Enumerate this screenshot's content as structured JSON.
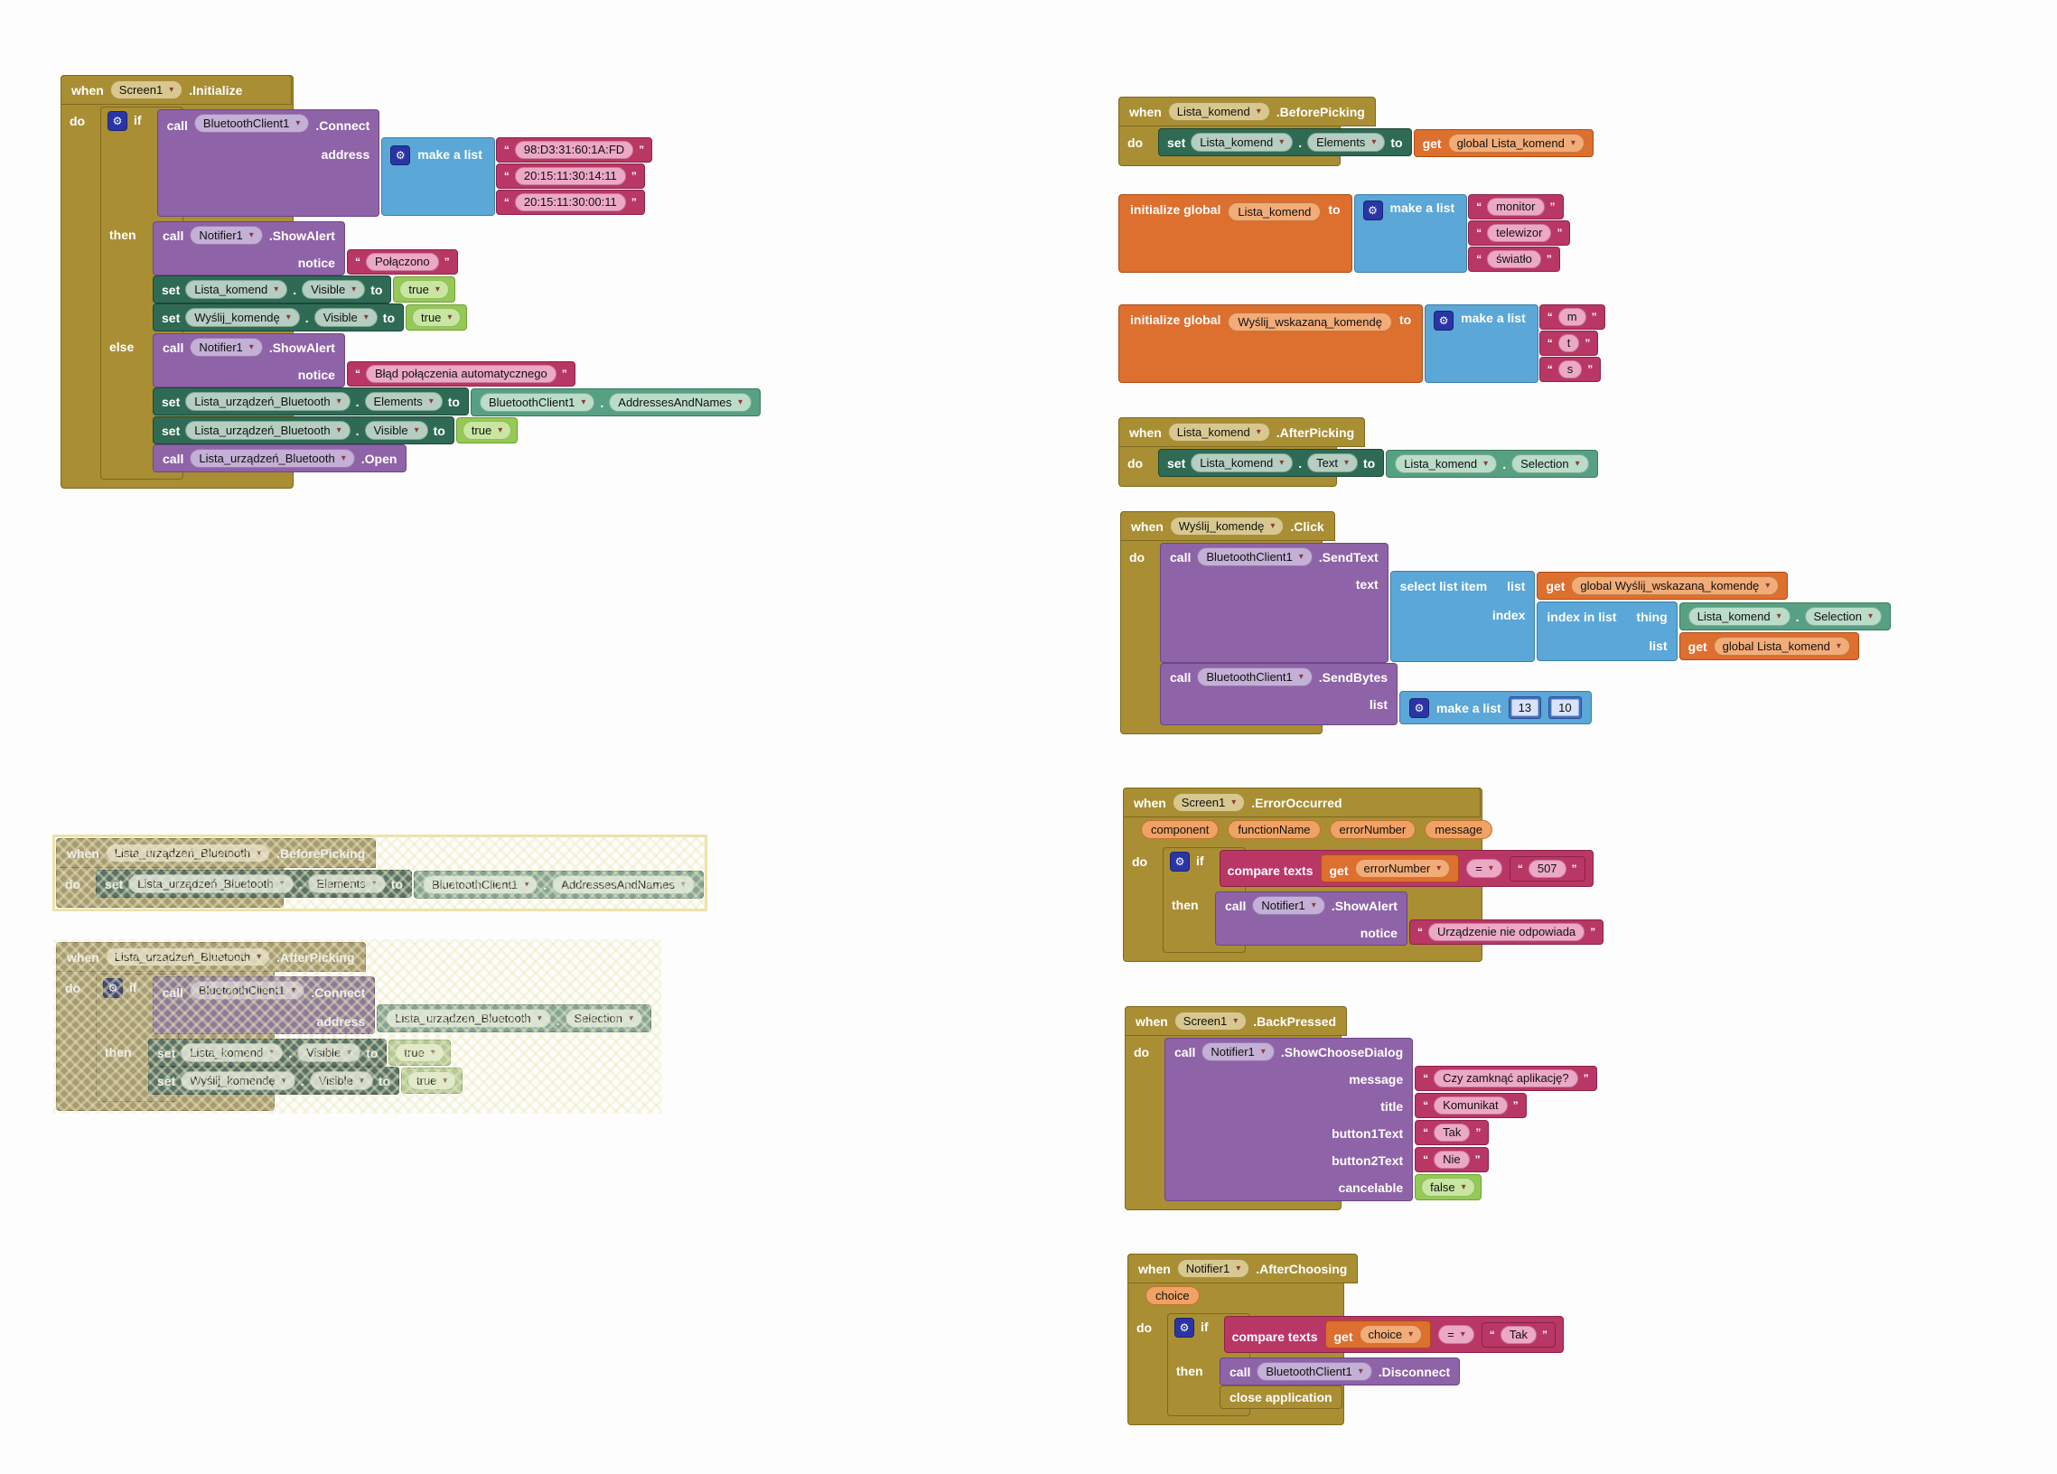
{
  "kw": {
    "when": "when",
    "do": "do",
    "then": "then",
    "else": "else",
    "if": "if",
    "call": "call",
    "set": "set",
    "to": "to",
    "get": "get",
    "dot": ".",
    "initialize_global": "initialize global",
    "make_a_list": "make a list",
    "close_application": "close application",
    "compare_texts": "compare texts",
    "eq": "=",
    "select_list_item": "select list item",
    "index_in_list": "index in list",
    "thing": "thing",
    "list": "list",
    "index": "index",
    "text": "text",
    "notice": "notice",
    "address": "address",
    "message": "message",
    "title": "title",
    "button1Text": "button1Text",
    "button2Text": "button2Text",
    "cancelable": "cancelable"
  },
  "colors": {
    "event_gold": "#a98e34",
    "method_purple": "#8f63a8",
    "setter_green": "#2f6a55",
    "getter_green": "#58a083",
    "text_pink": "#b93765",
    "list_blue": "#5ba7d7",
    "variable_orange": "#dd6f2f",
    "logic_green": "#94c957",
    "math_blue": "#4470be",
    "gear_badge_blue": "#2a35a5",
    "workspace_bg": "#fdfdfd"
  },
  "blocks": {
    "init": {
      "component": "Screen1",
      "event": ".Initialize",
      "connect": {
        "component": "BluetoothClient1",
        "method": ".Connect",
        "arg": "address"
      },
      "addresses": [
        "98:D3:31:60:1A:FD",
        "20:15:11:30:14:11",
        "20:15:11:30:00:11"
      ],
      "then_alert": {
        "component": "Notifier1",
        "method": ".ShowAlert",
        "text": "Połączono"
      },
      "then_set1": {
        "component": "Lista_komend",
        "prop": "Visible",
        "value": "true"
      },
      "then_set2": {
        "component": "Wyślij_komendę",
        "prop": "Visible",
        "value": "true"
      },
      "else_alert": {
        "component": "Notifier1",
        "method": ".ShowAlert",
        "text": "Błąd połączenia automatycznego"
      },
      "else_set_elements": {
        "component": "Lista_urządzeń_Bluetooth",
        "prop": "Elements",
        "vcomp": "BluetoothClient1",
        "vprop": "AddressesAndNames"
      },
      "else_set_visible": {
        "component": "Lista_urządzeń_Bluetooth",
        "prop": "Visible",
        "value": "true"
      },
      "else_open": {
        "component": "Lista_urządzeń_Bluetooth",
        "method": ".Open"
      }
    },
    "lub_before": {
      "component": "Lista_urządzeń_Bluetooth",
      "event": ".BeforePicking",
      "set": {
        "component": "Lista_urządzeń_Bluetooth",
        "prop": "Elements"
      },
      "getter": {
        "component": "BluetoothClient1",
        "prop": "AddressesAndNames"
      }
    },
    "lub_after": {
      "component": "Lista_urządzeń_Bluetooth",
      "event": ".AfterPicking",
      "connect": {
        "component": "BluetoothClient1",
        "method": ".Connect",
        "arg": "address"
      },
      "addr_getter": {
        "component": "Lista_urządzeń_Bluetooth",
        "prop": "Selection"
      },
      "set1": {
        "component": "Lista_komend",
        "prop": "Visible",
        "value": "true"
      },
      "set2": {
        "component": "Wyślij_komendę",
        "prop": "Visible",
        "value": "true"
      }
    },
    "lk_before": {
      "component": "Lista_komend",
      "event": ".BeforePicking",
      "set": {
        "component": "Lista_komend",
        "prop": "Elements"
      },
      "get": "global Lista_komend"
    },
    "init_lista": {
      "name": "Lista_komend",
      "items": [
        "monitor",
        "telewizor",
        "światło"
      ]
    },
    "init_wyslij": {
      "name": "Wyślij_wskazaną_komendę",
      "items": [
        "m",
        "t",
        "s"
      ]
    },
    "lk_after": {
      "component": "Lista_komend",
      "event": ".AfterPicking",
      "set": {
        "component": "Lista_komend",
        "prop": "Text"
      },
      "getter": {
        "component": "Lista_komend",
        "prop": "Selection"
      }
    },
    "click": {
      "component": "Wyślij_komendę",
      "event": ".Click",
      "sendtext": {
        "component": "BluetoothClient1",
        "method": ".SendText"
      },
      "get_wyslij": "global Wyślij_wskazaną_komendę",
      "thing_getter": {
        "component": "Lista_komend",
        "prop": "Selection"
      },
      "get_lista": "global Lista_komend",
      "sendbytes": {
        "component": "BluetoothClient1",
        "method": ".SendBytes"
      },
      "bytes": [
        "13",
        "10"
      ]
    },
    "error": {
      "component": "Screen1",
      "event": ".ErrorOccurred",
      "params": [
        "component",
        "functionName",
        "errorNumber",
        "message"
      ],
      "get": "errorNumber",
      "cmp": "507",
      "alert": {
        "component": "Notifier1",
        "method": ".ShowAlert",
        "text": "Urządzenie nie odpowiada"
      }
    },
    "back": {
      "component": "Screen1",
      "event": ".BackPressed",
      "dialog": {
        "component": "Notifier1",
        "method": ".ShowChooseDialog"
      },
      "message": "Czy zamknąć aplikację?",
      "title": "Komunikat",
      "button1": "Tak",
      "button2": "Nie",
      "cancelable": "false"
    },
    "choosing": {
      "component": "Notifier1",
      "event": ".AfterChoosing",
      "param": "choice",
      "get": "choice",
      "cmp": "Tak",
      "disconnect": {
        "component": "BluetoothClient1",
        "method": ".Disconnect"
      }
    }
  }
}
